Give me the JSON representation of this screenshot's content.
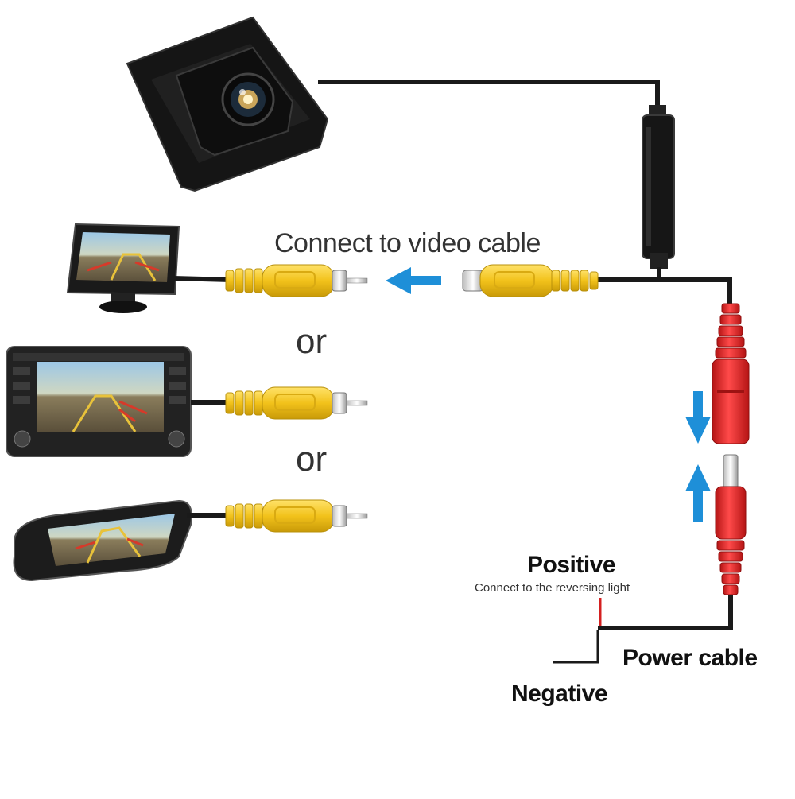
{
  "labels": {
    "video_cable": "Connect  to video cable",
    "or_1": "or",
    "or_2": "or",
    "positive": "Positive",
    "positive_sub": "Connect to the reversing light",
    "power_cable": "Power cable",
    "negative": "Negative"
  },
  "colors": {
    "rca_yellow": "#f2c21b",
    "dc_red": "#e02a2a",
    "arrow_blue": "#1e8fd8",
    "cable_black": "#1a1a1a",
    "positive_wire": "#d42020"
  },
  "components": {
    "camera": "rear-view-camera",
    "monitor": "dashboard-monitor",
    "head_unit": "dvd-head-unit",
    "mirror": "rear-view-mirror-monitor"
  }
}
